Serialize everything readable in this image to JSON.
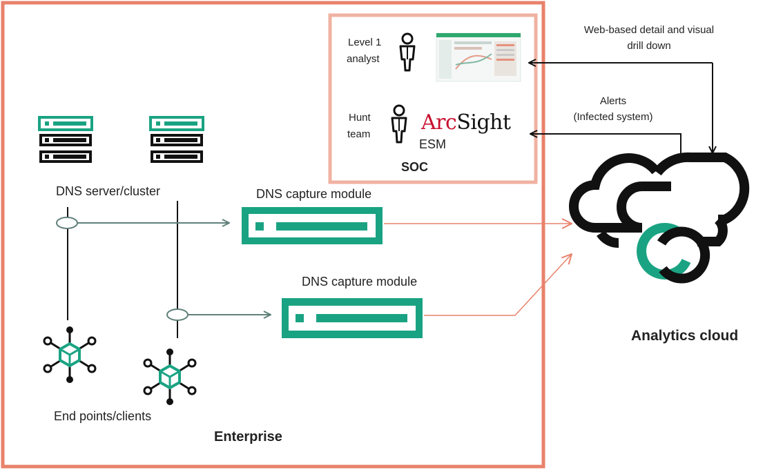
{
  "colors": {
    "enterprise_border": "#e8826b",
    "soc_border": "#f0b2a1",
    "device_green": "#1aa383",
    "dark": "#111111",
    "arrow_gray": "#5f7f78",
    "arrow_salmon": "#e8826b",
    "arcsight_red": "#c8102e"
  },
  "icons": {
    "server": "server-stack-icon",
    "endpoint": "endpoint-hub-icon",
    "person": "person-icon",
    "cloud": "analytics-cloud-icon",
    "dashboard": "dashboard-screenshot-icon"
  },
  "enterprise": {
    "title": "Enterprise",
    "dns_servers_label": "DNS server/cluster",
    "endpoints_label": "End points/clients",
    "capture_module_1_label": "DNS capture module",
    "capture_module_2_label": "DNS capture module"
  },
  "soc": {
    "title": "SOC",
    "level1_line1": "Level 1",
    "level1_line2": "analyst",
    "hunt_line1": "Hunt",
    "hunt_line2": "team",
    "arcsight_arc": "Arc",
    "arcsight_sight": "Sight",
    "esm_label": "ESM"
  },
  "cloud": {
    "title": "Analytics cloud"
  },
  "flows": {
    "web_drill_line1": "Web-based detail and visual",
    "web_drill_line2": "drill down",
    "alerts_line1": "Alerts",
    "alerts_line2": "(Infected system)"
  }
}
